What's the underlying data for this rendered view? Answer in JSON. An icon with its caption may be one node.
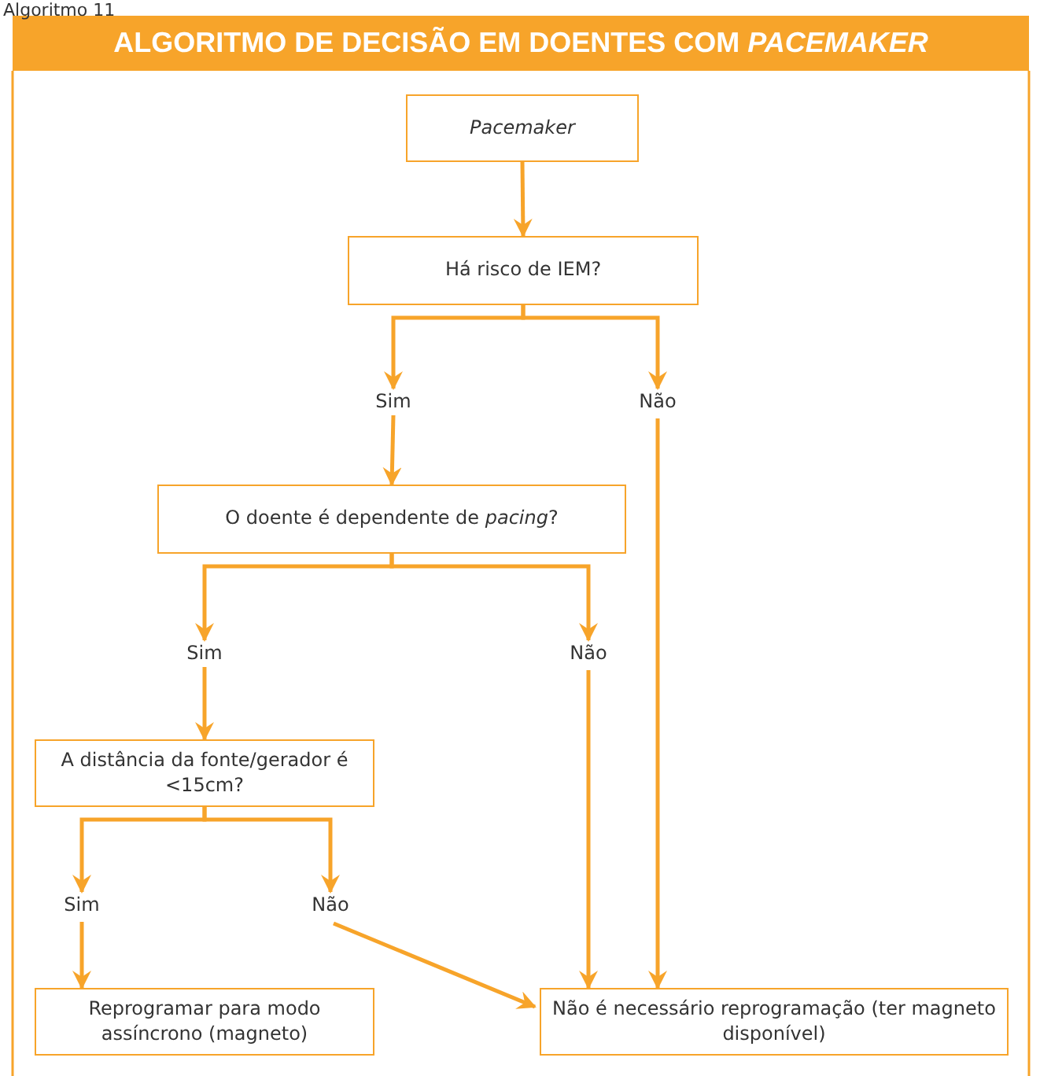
{
  "diagram": {
    "title": "ALGORITMO DE DECISÃO EM DOENTES COM *PACEMAKER*",
    "nodes": [
      {
        "text": [
          "Pacemaker"
        ]
      },
      {
        "text": [
          "Há risco de IEM?"
        ]
      },
      {
        "text": [
          "Sim"
        ]
      },
      {
        "text": [
          "Não"
        ]
      },
      {
        "text": [
          "O doente é dependente de *pacing*?"
        ]
      },
      {
        "text": [
          "Sim"
        ]
      },
      {
        "text": [
          "Não"
        ]
      },
      {
        "text": [
          "A distância da fonte/gerador é <15cm?"
        ]
      },
      {
        "text": [
          "Sim"
        ]
      },
      {
        "text": [
          "Não"
        ]
      },
      {
        "text": [
          "Reprogramar para modo assíncrono (magneto)"
        ]
      },
      {
        "text": [
          "Não é necessário reprogramação (ter magneto disponível)"
        ]
      }
    ],
    "edges": [
      {
        "from": 0,
        "to": 1,
        "arrow": "to"
      },
      {
        "from": 1,
        "to": 2,
        "arrow": "to"
      },
      {
        "from": 1,
        "to": 3,
        "arrow": "to"
      },
      {
        "from": 2,
        "to": 4,
        "arrow": "to"
      },
      {
        "from": 3,
        "to": 11,
        "arrow": "to"
      },
      {
        "from": 4,
        "to": 5,
        "arrow": "to"
      },
      {
        "from": 4,
        "to": 6,
        "arrow": "to"
      },
      {
        "from": 5,
        "to": 7,
        "arrow": "to"
      },
      {
        "from": 6,
        "to": 11,
        "arrow": "to"
      },
      {
        "from": 7,
        "to": 8,
        "arrow": "to"
      },
      {
        "from": 7,
        "to": 9,
        "arrow": "to"
      },
      {
        "from": 8,
        "to": 10,
        "arrow": "to"
      },
      {
        "from": 9,
        "to": 11,
        "arrow": "to"
      }
    ],
    "labels": [
      "Algoritmo 11"
    ]
  }
}
